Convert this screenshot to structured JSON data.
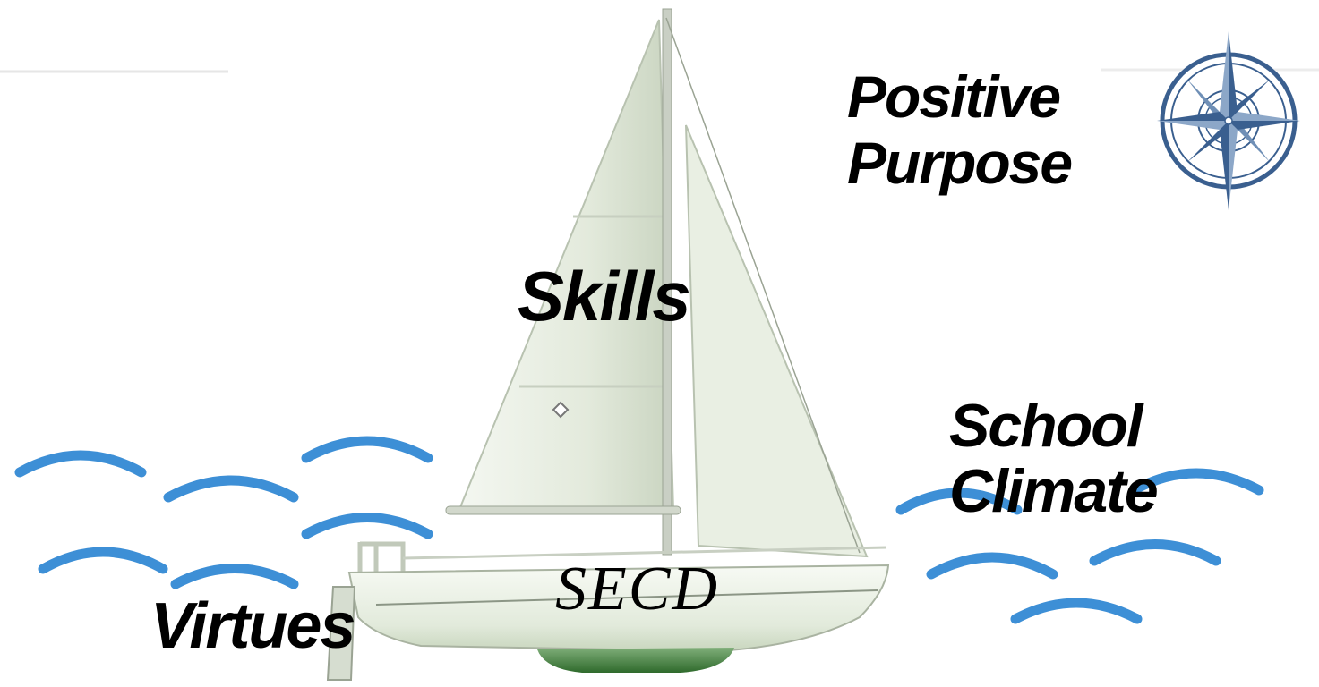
{
  "labels": {
    "skills": "Skills",
    "positive_purpose_line1": "Positive",
    "positive_purpose_line2": "Purpose",
    "school_climate_line1": "School",
    "school_climate_line2": "Climate",
    "virtues": "Virtues",
    "secd": "SECD"
  },
  "colors": {
    "wave": "#3d8fd6",
    "wave_light": "#7ab8ea",
    "sail": "#e4ebde",
    "hull": "#eef3ea",
    "keel": "#4e8a4a",
    "compass": "#3a5f8f"
  },
  "icons": {
    "compass": "compass-rose-icon"
  }
}
